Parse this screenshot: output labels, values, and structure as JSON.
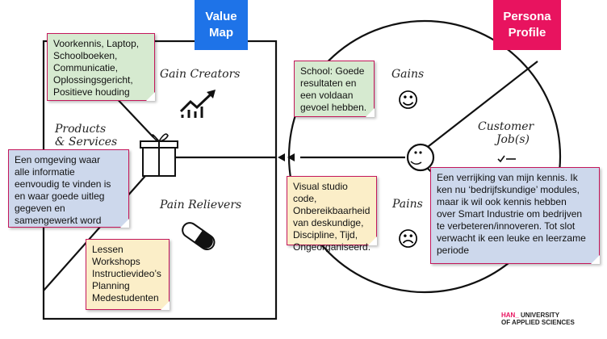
{
  "value_map_tag": "Value\nMap",
  "persona_tag": "Persona\nProfile",
  "labels": {
    "gain_creators": "Gain Creators",
    "products_services": "Products\n& Services",
    "pain_relievers": "Pain Relievers",
    "gains": "Gains",
    "pains": "Pains",
    "customer_jobs": "Customer\nJob(s)"
  },
  "notes": {
    "gain_creators": "Voorkennis, Laptop,\nSchoolboeken,\nCommunicatie,\nOplossingsgericht,\nPositieve houding",
    "products": "Een omgeving waar\nalle informatie\neenvoudig te vinden is\nen waar goede uitleg\ngegeven en\nsamengewerkt word",
    "pain_relievers": "Lessen\nWorkshops\nInstructievideo’s\nPlanning\nMedestudenten",
    "gains": "School: Goede\nresultaten en\neen voldaan\ngevoel hebben.",
    "pains": "Visual studio code,\nOnbereikbaarheid\nvan deskundige,\nDiscipline, Tijd,\nOngeorganiseerd.",
    "jobs": "Een verrijking van mijn kennis. Ik\nken nu ‘bedrijfskundige’ modules,\nmaar ik wil ook kennis hebben\nover Smart Industrie om bedrijven\nte verbeteren/innoveren. Tot slot\nverwacht ik een leuke en leerzame\nperiode"
  },
  "logo": {
    "han": "HAN_",
    "university": "UNIVERSITY",
    "applied": "OF APPLIED SCIENCES"
  },
  "colors": {
    "value_map_tag": "#1e73e8",
    "persona_tag": "#e8135f",
    "note_border": "#c4175b",
    "green_note": "#d6ead0",
    "blue_note": "#cdd8ec",
    "yellow_note": "#fbeec8"
  },
  "icons": [
    "gift-icon",
    "trend-chart-icon",
    "pill-icon",
    "smiley-happy-icon",
    "smiley-sad-icon",
    "checklist-icon",
    "customer-face-icon"
  ]
}
